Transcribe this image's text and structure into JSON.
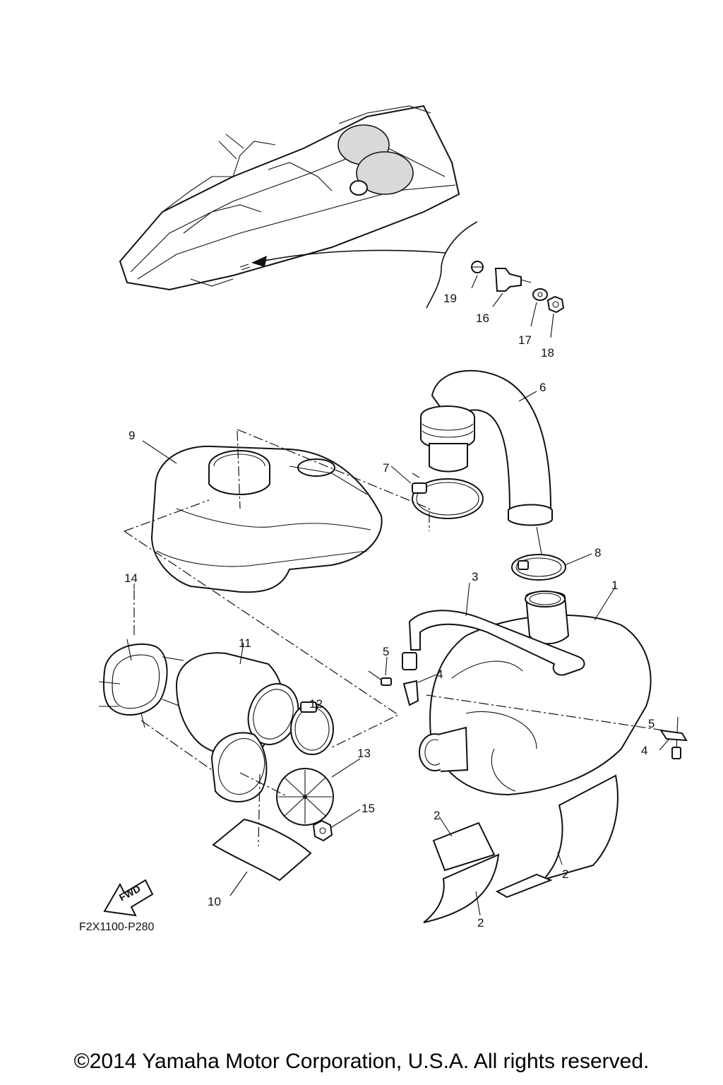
{
  "diagram_code": "F2X1100-P280",
  "fwd_marker": "FWD",
  "copyright": "©2014 Yamaha Motor Corporation, U.S.A. All rights reserved.",
  "callouts": {
    "p1": "1",
    "p2a": "2",
    "p2b": "2",
    "p2c": "2",
    "p3": "3",
    "p4a": "4",
    "p4b": "4",
    "p5a": "5",
    "p5b": "5",
    "p6": "6",
    "p7": "7",
    "p8": "8",
    "p9": "9",
    "p10": "10",
    "p11": "11",
    "p12": "12",
    "p13": "13",
    "p14": "14",
    "p15": "15",
    "p16": "16",
    "p17": "17",
    "p18": "18",
    "p19": "19"
  }
}
